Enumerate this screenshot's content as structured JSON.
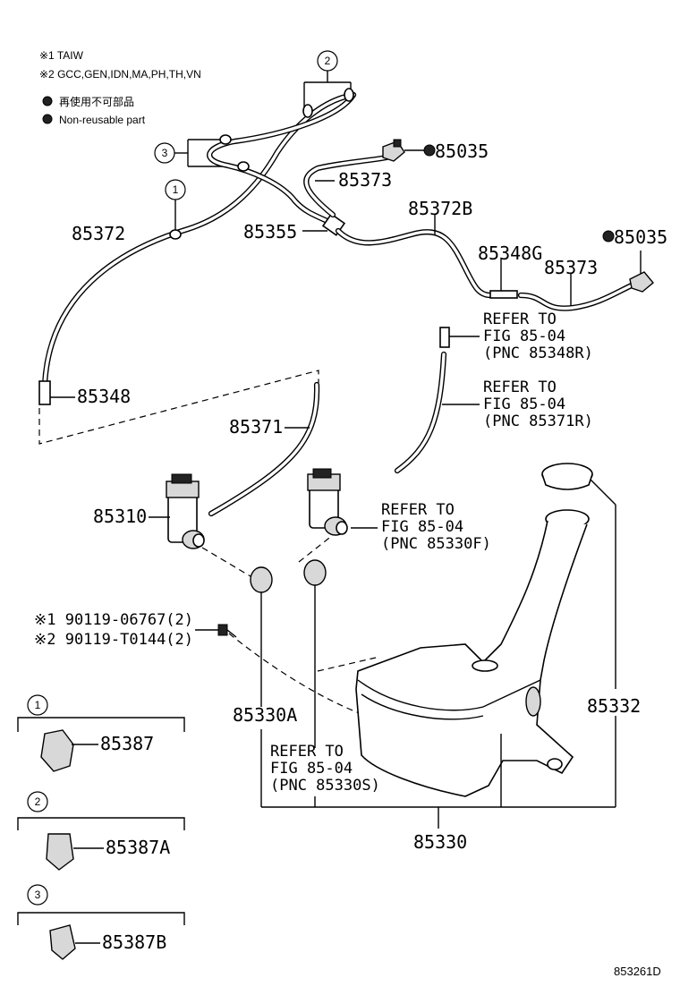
{
  "notes": {
    "n1": "※1 TAIW",
    "n2": "※2 GCC,GEN,IDN,MA,PH,TH,VN",
    "n3": "再使用不可部品",
    "n4": "Non-reusable part"
  },
  "callouts": {
    "c1": "1",
    "c2": "2",
    "c3": "3"
  },
  "parts": {
    "p85035a": "85035",
    "p85373a": "85373",
    "p85372b": "85372B",
    "p85372": "85372",
    "p85355": "85355",
    "p85035b": "85035",
    "p85348g": "85348G",
    "p85373b": "85373",
    "p85348": "85348",
    "p85371": "85371",
    "p85310": "85310",
    "p85330a": "85330A",
    "p85332": "85332",
    "p85330": "85330",
    "p85387": "85387",
    "p85387a": "85387A",
    "p85387b": "85387B"
  },
  "refs": {
    "r1": [
      "REFER TO",
      "FIG 85-04",
      "(PNC 85348R)"
    ],
    "r2": [
      "REFER TO",
      "FIG 85-04",
      "(PNC 85371R)"
    ],
    "r3": [
      "REFER TO",
      "FIG 85-04",
      "(PNC 85330F)"
    ],
    "r4": [
      "REFER TO",
      "FIG 85-04",
      "(PNC 85330S)"
    ]
  },
  "bolts": {
    "b1": "※1 90119-06767(2)",
    "b2": "※2 90119-T0144(2)"
  },
  "diagram_code": "853261D"
}
